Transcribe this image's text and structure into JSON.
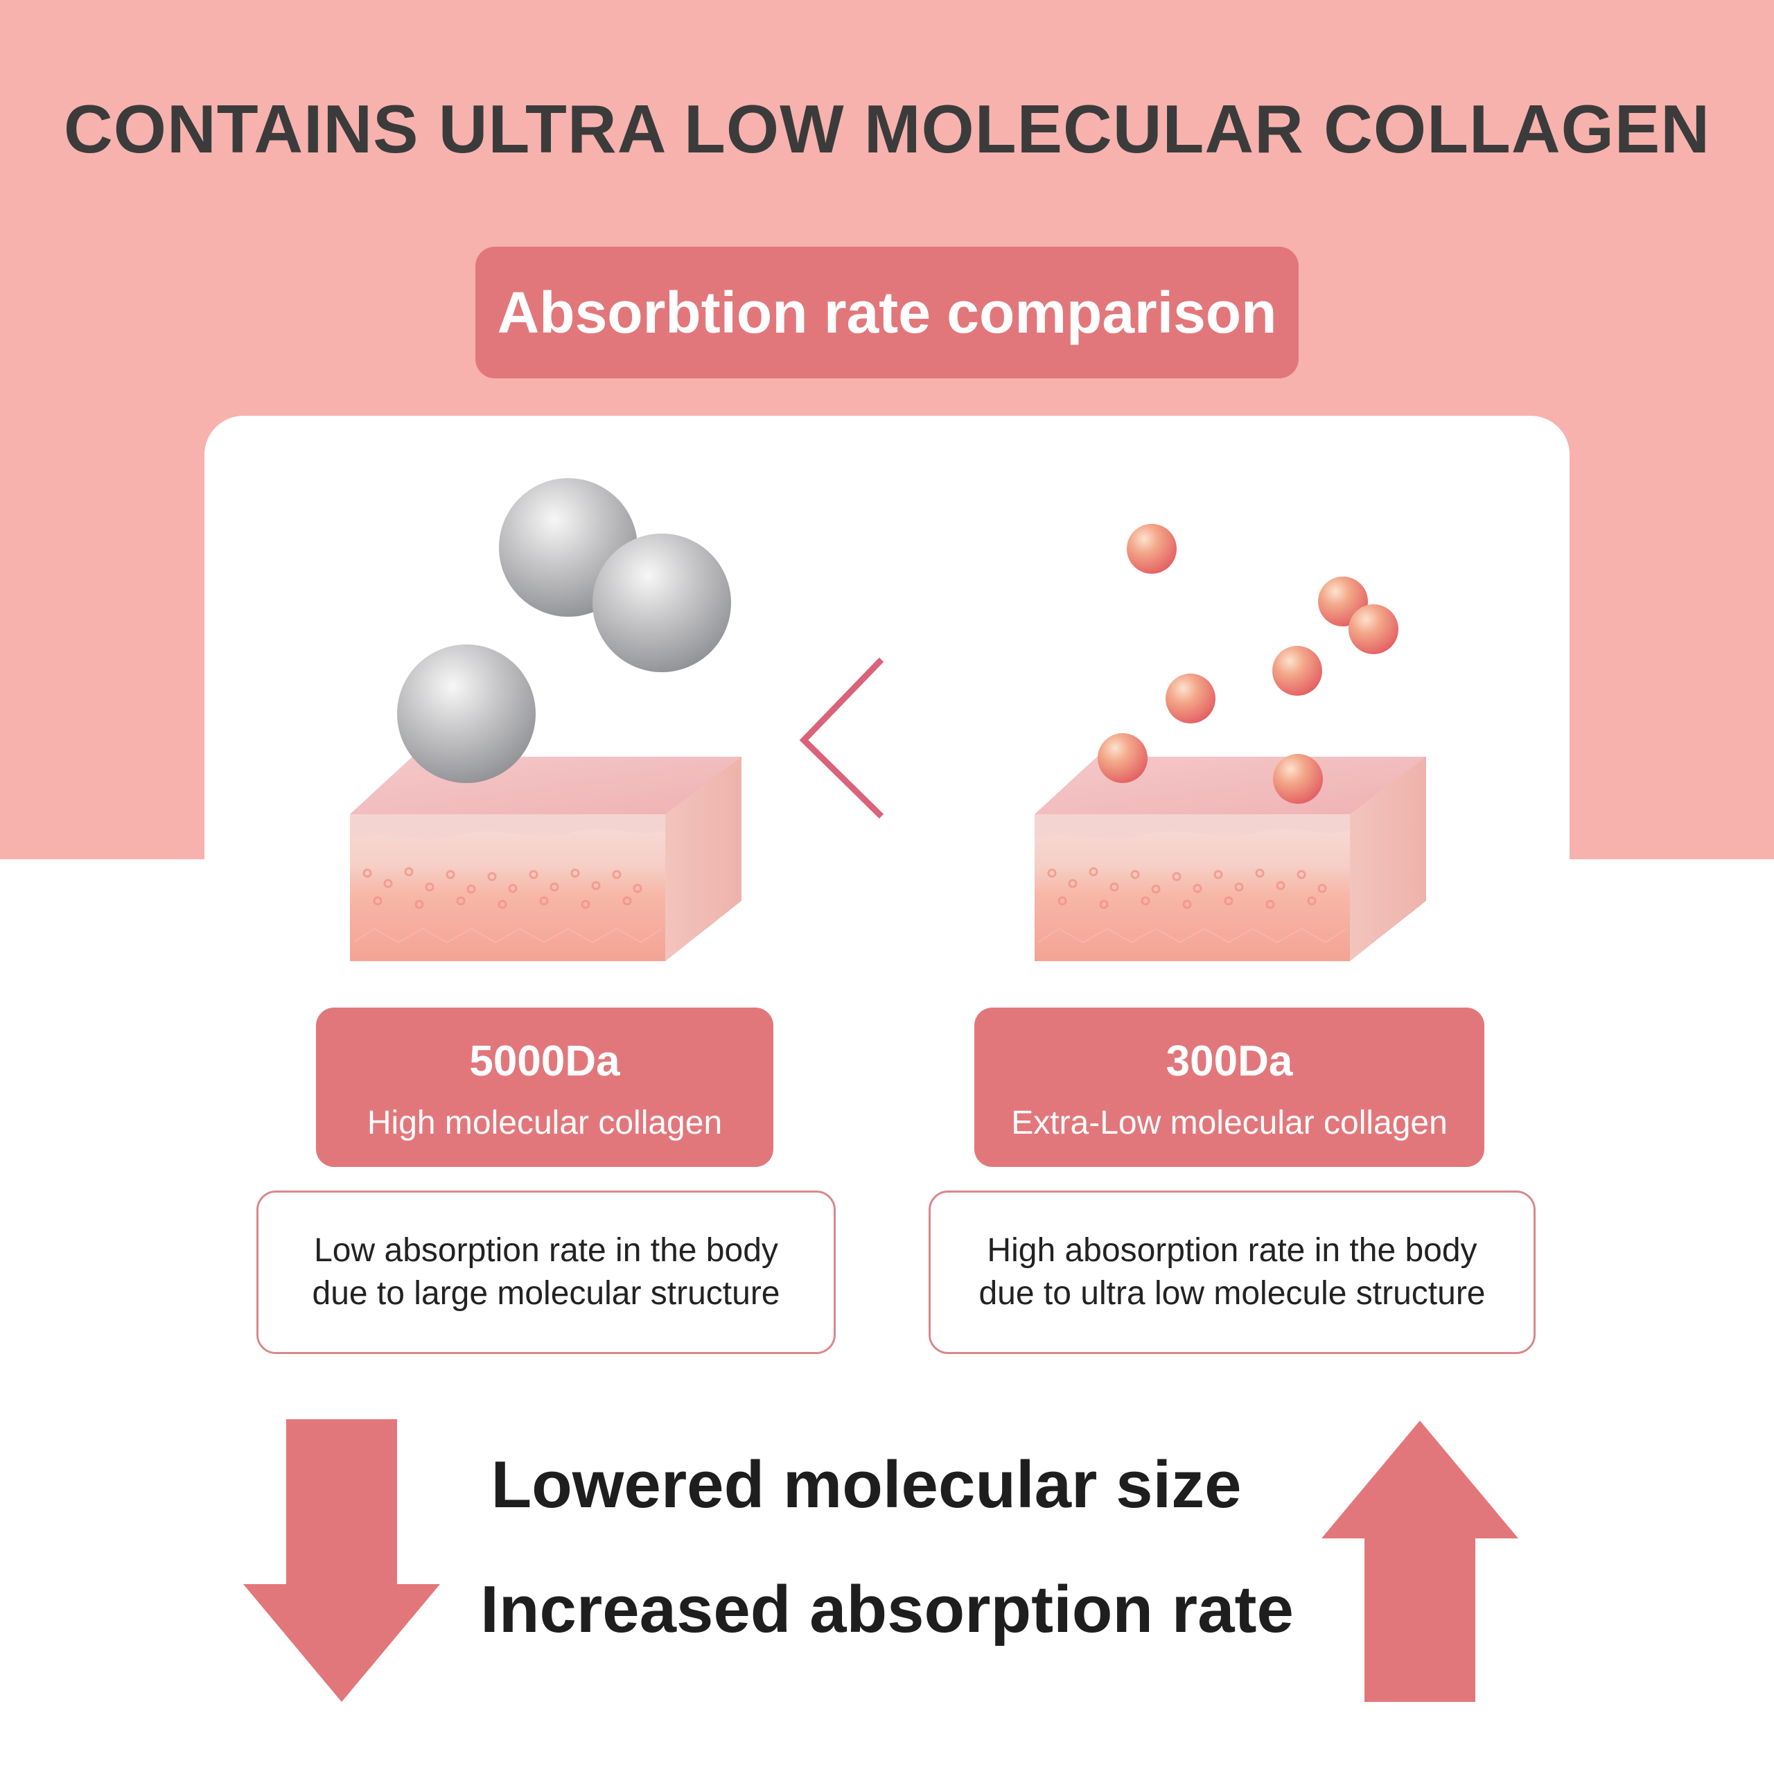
{
  "header": {
    "title": "CONTAINS ULTRA LOW MOLECULAR COLLAGEN",
    "subtitle_pill": "Absorbtion rate comparison"
  },
  "comparison": {
    "symbol": "less-than",
    "left": {
      "dalton": "5000Da",
      "type": "High molecular collagen",
      "description_line1": "Low absorption rate in the body",
      "description_line2": "due to large molecular structure",
      "particle_color": "gray"
    },
    "right": {
      "dalton": "300Da",
      "type": "Extra-Low molecular collagen",
      "description_line1": "High abosorption rate in the body",
      "description_line2": "due to ultra low molecule structure",
      "particle_color": "coral"
    }
  },
  "footer": {
    "line1": "Lowered molecular size",
    "line2": "Increased absorption rate",
    "left_arrow": "down-arrow",
    "right_arrow": "up-arrow"
  },
  "colors": {
    "band": "#f7b2ad",
    "accent": "#e2777b",
    "text_dark": "#3b3b3b"
  }
}
